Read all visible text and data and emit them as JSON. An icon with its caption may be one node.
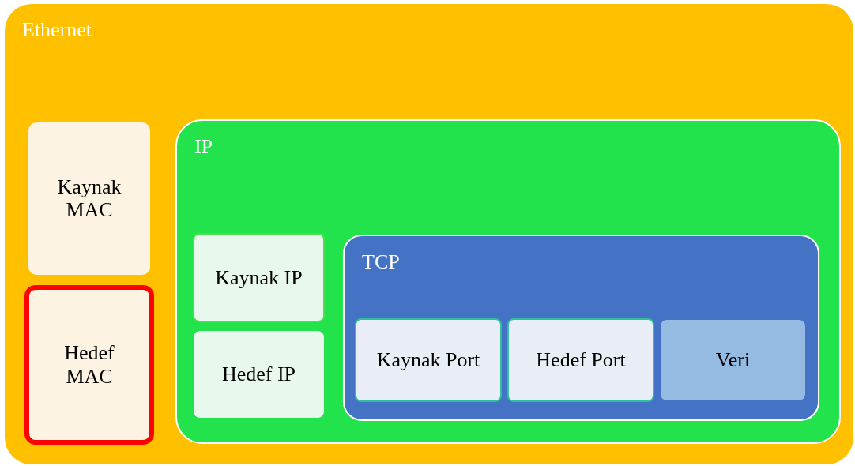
{
  "diagram": {
    "nodes": [
      {
        "text": [
          "Ethernet"
        ]
      },
      {
        "text": [
          "Kaynak MAC"
        ],
        "in": 0
      },
      {
        "text": [
          "Hedef MAC"
        ],
        "in": 0
      },
      {
        "text": [
          "IP"
        ],
        "in": 0
      },
      {
        "text": [
          "Kaynak IP"
        ],
        "in": 3
      },
      {
        "text": [
          "Hedef IP"
        ],
        "in": 3
      },
      {
        "text": [
          "TCP"
        ],
        "in": 3
      },
      {
        "text": [
          "Kaynak Port"
        ],
        "in": 6
      },
      {
        "text": [
          "Hedef Port"
        ],
        "in": 6
      },
      {
        "text": [
          "Veri"
        ],
        "in": 6
      }
    ]
  }
}
